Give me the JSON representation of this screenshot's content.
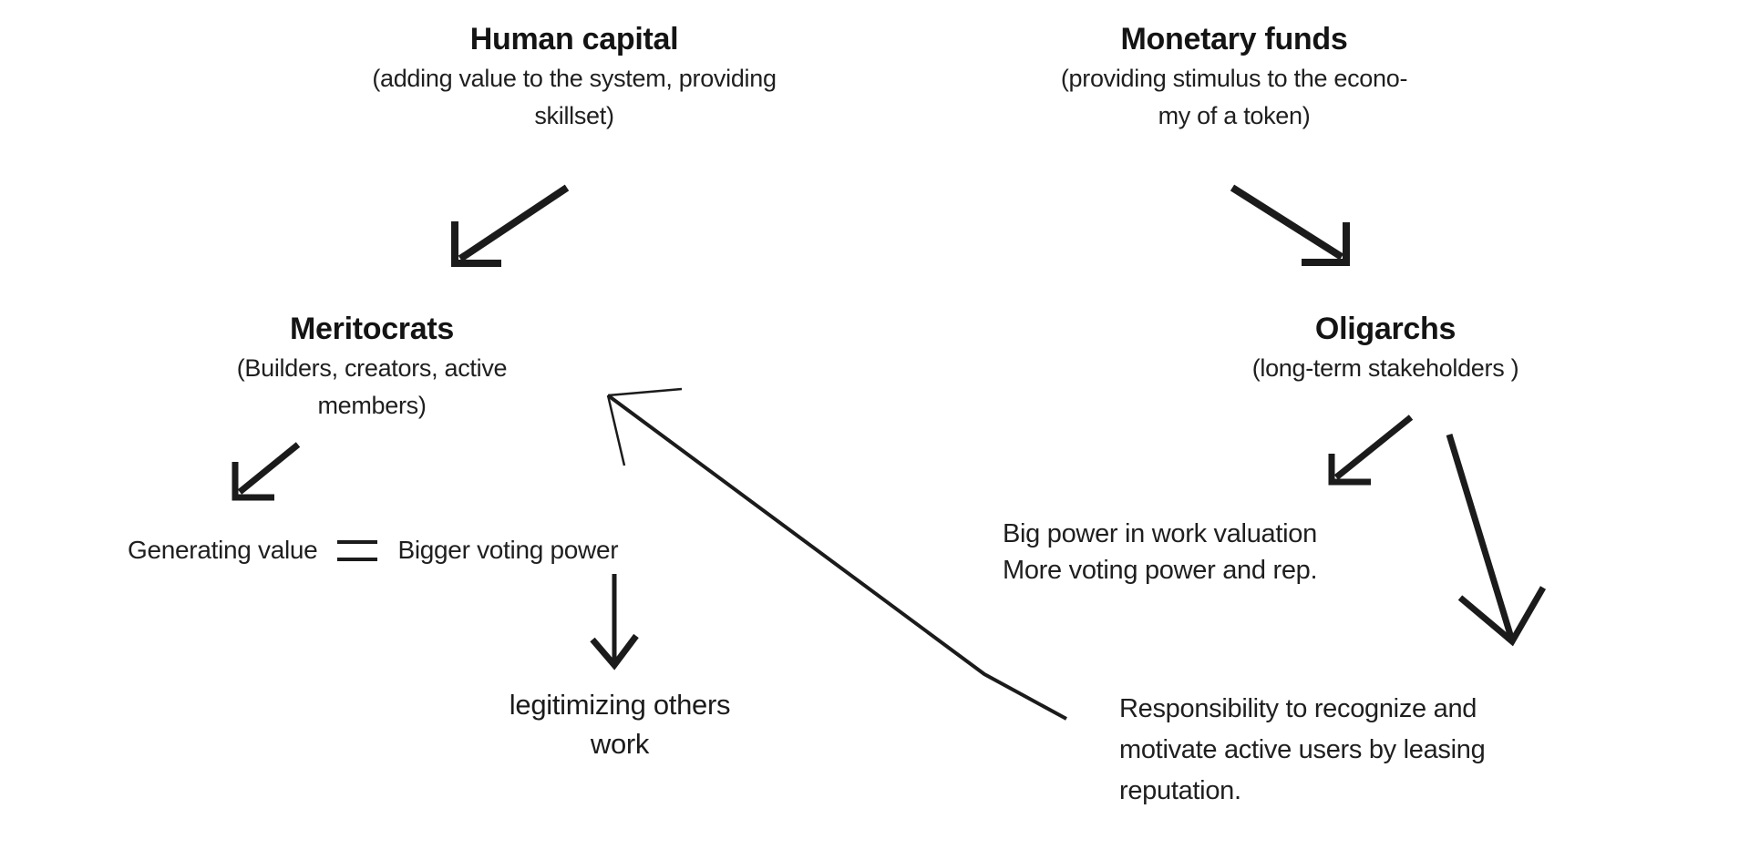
{
  "diagram": {
    "human_capital": {
      "title": "Human capital",
      "subtitle_line1": "(adding value to the system, providing",
      "subtitle_line2": "skillset)"
    },
    "monetary_funds": {
      "title": "Monetary funds",
      "subtitle_line1": "(providing stimulus to the econo-",
      "subtitle_line2": "my of a token)"
    },
    "meritocrats": {
      "title": "Meritocrats",
      "subtitle_line1": "(Builders, creators, active",
      "subtitle_line2": "members)"
    },
    "oligarchs": {
      "title": "Oligarchs",
      "subtitle_line1": "(long-term stakeholders )"
    },
    "generating_value": {
      "left_label": "Generating value",
      "relation": "=",
      "right_label": "Bigger voting power"
    },
    "legitimizing": {
      "line1": "legitimizing others",
      "line2": "work"
    },
    "big_power": {
      "line1": "Big power in work valuation",
      "line2": "More voting power and rep."
    },
    "responsibility": {
      "line1": "Responsibility to recognize and",
      "line2": "motivate active users by leasing",
      "line3": "reputation."
    },
    "edges": [
      {
        "from": "human-capital",
        "to": "meritocrats",
        "head": "corner"
      },
      {
        "from": "monetary-funds",
        "to": "oligarchs",
        "head": "corner"
      },
      {
        "from": "meritocrats",
        "to": "generating-value",
        "head": "corner"
      },
      {
        "from": "bigger-voting-power",
        "to": "legitimizing-others-work",
        "head": "chevron"
      },
      {
        "from": "oligarchs",
        "to": "big-power-in-work-valuation",
        "head": "corner"
      },
      {
        "from": "oligarchs",
        "to": "responsibility",
        "head": "chevron"
      },
      {
        "from": "responsibility",
        "to": "meritocrats",
        "head": "thin-open"
      }
    ],
    "colors": {
      "background": "#ffffff",
      "text": "#1a1a1a",
      "line": "#1b1b1b"
    }
  }
}
